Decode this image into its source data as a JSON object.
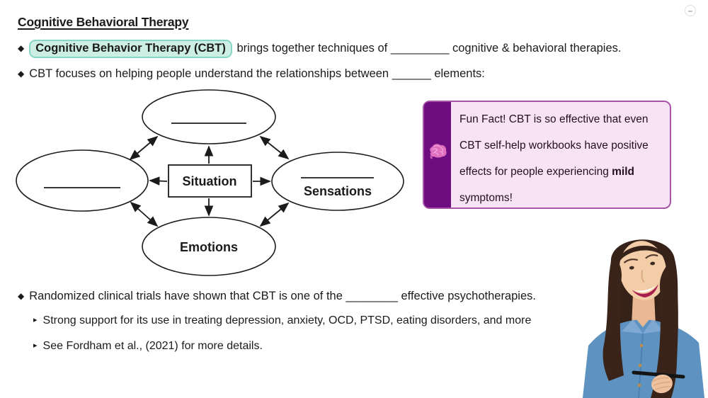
{
  "title": "Cognitive Behavioral Therapy",
  "bullets": {
    "b1_highlight": "Cognitive Behavior Therapy (CBT)",
    "b1_rest": " brings together techniques of _________ cognitive & behavioral therapies.",
    "b2": "CBT focuses on helping people understand the relationships between ______ elements:",
    "b3": "Randomized clinical trials have shown that CBT is one of the ________ effective psychotherapies.",
    "b3_sub1": "Strong support for its use in treating depression, anxiety, OCD, PTSD, eating disorders, and more",
    "b3_sub2": "See Fordham et al., (2021) for more details."
  },
  "diagram": {
    "center_label": "Situation",
    "top_label": "",
    "left_label": "",
    "right_label": "Sensations",
    "bottom_label": "Emotions"
  },
  "fun_fact": {
    "part1": "Fun Fact! CBT is so effective that even CBT self-help workbooks have positive effects for people experiencing ",
    "bold_word": "mild",
    "part2": " symptoms!"
  },
  "icons": {
    "corner": "minus-circle-icon",
    "fact_badge": "brain-icon",
    "main_bullet": "◆",
    "sub_bullet": "▸"
  },
  "colors": {
    "highlight_bg": "#cdeee3",
    "highlight_border": "#85d6c2",
    "funfact_band": "#6e0d80",
    "funfact_body": "#f6e3f5",
    "funfact_border": "#a855a8",
    "brain_pink": "#e06fc0",
    "shirt_blue": "#5e93c1",
    "text": "#1b1b1b"
  }
}
